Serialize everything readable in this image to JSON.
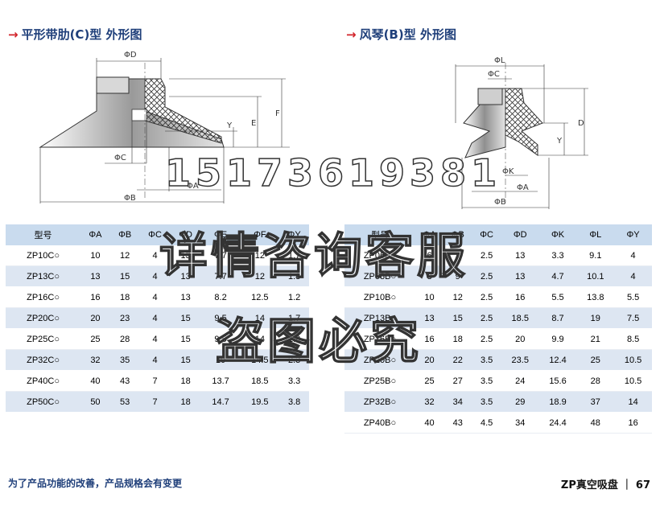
{
  "titles": {
    "left": "平形带肋(C)型 外形图",
    "right": "风琴(B)型 外形图",
    "arrow": "→"
  },
  "drawing_left": {
    "labels": {
      "D": "ΦD",
      "C": "ΦC",
      "A": "ΦA",
      "B": "ΦB",
      "E": "E",
      "F": "F",
      "Y": "Y"
    }
  },
  "drawing_right": {
    "labels": {
      "L": "ΦL",
      "C": "ΦC",
      "K": "ΦK",
      "A": "ΦA",
      "B": "ΦB",
      "D": "D",
      "Y": "Y"
    }
  },
  "table_c": {
    "headers": [
      "型号",
      "ΦA",
      "ΦB",
      "ΦC",
      "ΦD",
      "ΦE",
      "ΦF",
      "ΦY"
    ],
    "rows": [
      [
        "ZP10C○",
        "10",
        "12",
        "4",
        "13",
        "7.7",
        "12",
        "1.7"
      ],
      [
        "ZP13C○",
        "13",
        "15",
        "4",
        "13",
        "7.7",
        "12",
        "1.8"
      ],
      [
        "ZP16C○",
        "16",
        "18",
        "4",
        "13",
        "8.2",
        "12.5",
        "1.2"
      ],
      [
        "ZP20C○",
        "20",
        "23",
        "4",
        "15",
        "9.5",
        "14",
        "1.7"
      ],
      [
        "ZP25C○",
        "25",
        "28",
        "4",
        "15",
        "9.5",
        "14",
        "1.8"
      ],
      [
        "ZP32C○",
        "32",
        "35",
        "4",
        "15",
        "10",
        "14.5",
        "2.3"
      ],
      [
        "ZP40C○",
        "40",
        "43",
        "7",
        "18",
        "13.7",
        "18.5",
        "3.3"
      ],
      [
        "ZP50C○",
        "50",
        "53",
        "7",
        "18",
        "14.7",
        "19.5",
        "3.8"
      ]
    ]
  },
  "table_b": {
    "headers": [
      "型号",
      "ΦA",
      "ΦB",
      "ΦC",
      "ΦD",
      "ΦK",
      "ΦL",
      "ΦY"
    ],
    "rows": [
      [
        "ZP06B○",
        "6",
        "7",
        "2.5",
        "13",
        "3.3",
        "9.1",
        "4"
      ],
      [
        "ZP08B○",
        "8",
        "9",
        "2.5",
        "13",
        "4.7",
        "10.1",
        "4"
      ],
      [
        "ZP10B○",
        "10",
        "12",
        "2.5",
        "16",
        "5.5",
        "13.8",
        "5.5"
      ],
      [
        "ZP13B○",
        "13",
        "15",
        "2.5",
        "18.5",
        "8.7",
        "19",
        "7.5"
      ],
      [
        "ZP16B○",
        "16",
        "18",
        "2.5",
        "20",
        "9.9",
        "21",
        "8.5"
      ],
      [
        "ZP20B○",
        "20",
        "22",
        "3.5",
        "23.5",
        "12.4",
        "25",
        "10.5"
      ],
      [
        "ZP25B○",
        "25",
        "27",
        "3.5",
        "24",
        "15.6",
        "28",
        "10.5"
      ],
      [
        "ZP32B○",
        "32",
        "34",
        "3.5",
        "29",
        "18.9",
        "37",
        "14"
      ],
      [
        "ZP40B○",
        "40",
        "43",
        "4.5",
        "34",
        "24.4",
        "48",
        "16"
      ]
    ]
  },
  "footer": {
    "note": "为了产品功能的改善，产品规格会有变更",
    "page": "ZP真空吸盘 ｜ 67"
  },
  "watermark": {
    "phone": "15173619381",
    "line1": "详情咨询客服",
    "line2": "盗图必究"
  }
}
